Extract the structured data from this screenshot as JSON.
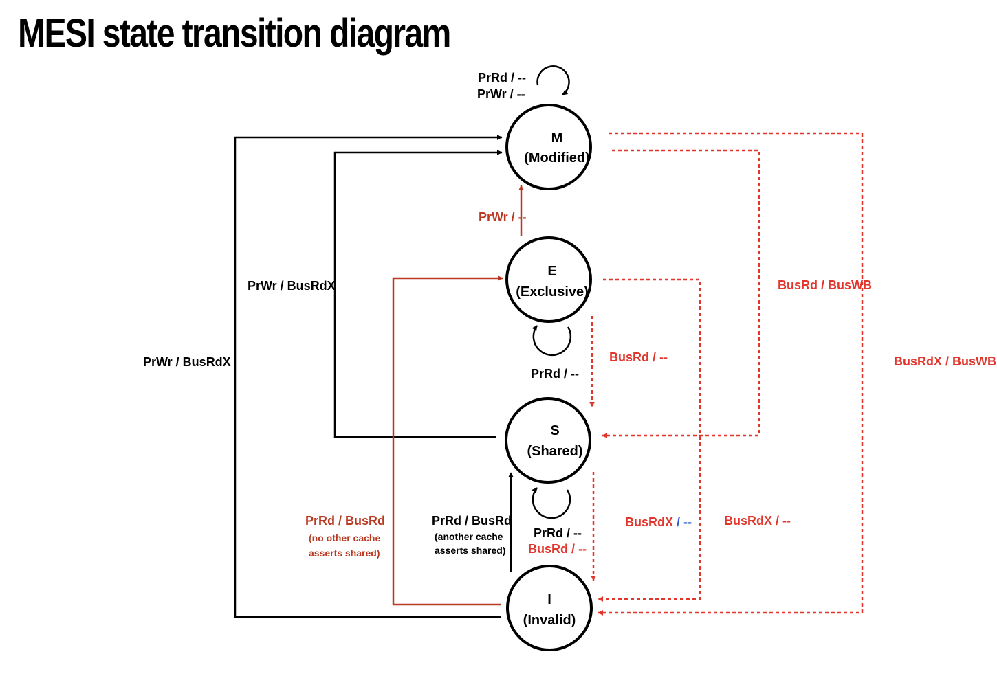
{
  "title": "MESI state transition diagram",
  "colors": {
    "black": "#000000",
    "red": "#e0362c",
    "dark_red": "#b83a22",
    "blue": "#2a5bd7"
  },
  "states": {
    "m": {
      "letter": "M",
      "name": "(Modified)"
    },
    "e": {
      "letter": "E",
      "name": "(Exclusive)"
    },
    "s": {
      "letter": "S",
      "name": "(Shared)"
    },
    "i": {
      "letter": "I",
      "name": "(Invalid)"
    }
  },
  "labels": {
    "m_self_1": "PrRd / --",
    "m_self_2": "PrWr / --",
    "e_to_m": "PrWr / --",
    "e_self": "PrRd / --",
    "s_self_1": "PrRd / --",
    "s_self_2": "BusRd / --",
    "i_to_m": "PrWr / BusRdX",
    "s_to_m": "PrWr / BusRdX",
    "i_to_e": "PrRd / BusRd",
    "i_to_e_note_1": "(no other cache",
    "i_to_e_note_2": "asserts shared)",
    "i_to_s": "PrRd / BusRd",
    "i_to_s_note_1": "(another cache",
    "i_to_s_note_2": "asserts shared)",
    "e_to_s": "BusRd / --",
    "s_to_i_a": "BusRdX",
    "s_to_i_b": " / --",
    "e_to_i": "BusRdX / --",
    "m_to_s": "BusRd / BusWB",
    "m_to_i": "BusRdX / BusWB"
  }
}
